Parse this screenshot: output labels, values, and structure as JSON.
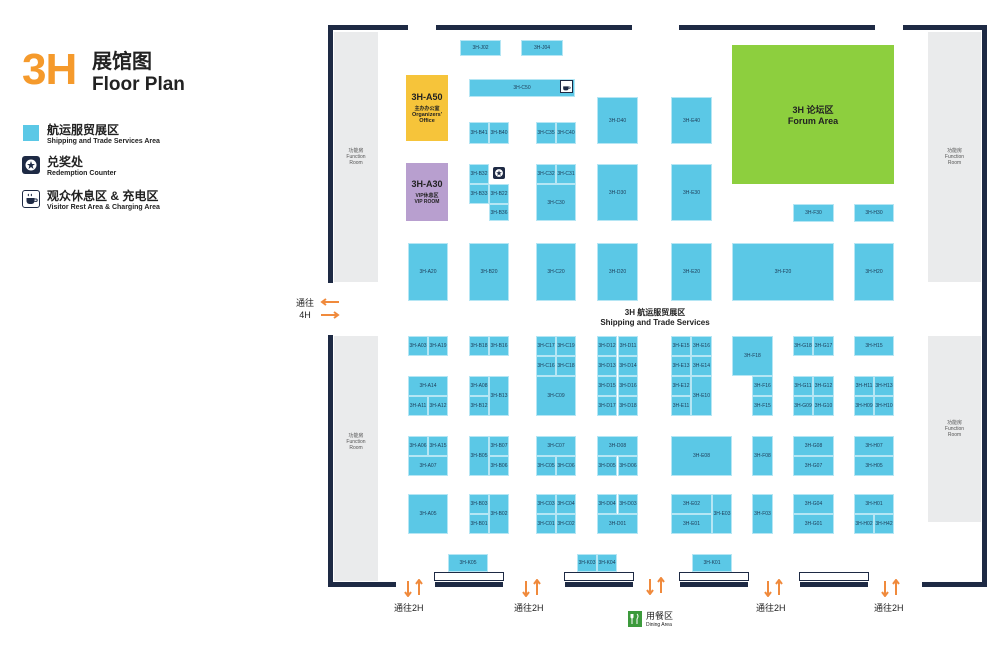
{
  "header": {
    "hall": "3H",
    "title_cn": "展馆图",
    "title_en": "Floor Plan"
  },
  "legend": [
    {
      "icon": "blue-square-icon",
      "cn": "航运服贸展区",
      "en": "Shipping and Trade  Services Area",
      "color": "#5bc8e6"
    },
    {
      "icon": "star-badge-icon",
      "cn": "兑奖处",
      "en": "Redemption Counter"
    },
    {
      "icon": "coffee-cup-icon",
      "cn": "观众休息区 & 充电区",
      "en": "Visitor Rest Area & Charging Area"
    }
  ],
  "colors": {
    "booth": "#5bc8e6",
    "forum": "#8dcf3e",
    "organizers": "#f6c43a",
    "vip": "#b89fcf",
    "wall": "#1e2a44",
    "arrow": "#f08a3c"
  },
  "function_room": {
    "cn": "功能房",
    "en1": "Function",
    "en2": "Room"
  },
  "special": {
    "organizers": {
      "code": "3H-A50",
      "cn": "主办办公室",
      "en1": "Organizers'",
      "en2": "Office"
    },
    "vip": {
      "code": "3H-A30",
      "cn": "VIP休息区",
      "en": "VIP ROOM"
    },
    "forum": {
      "cn": "3H 论坛区",
      "en": "Forum Area"
    }
  },
  "center_label": {
    "cn": "3H 航运服贸展区",
    "en": "Shipping and Trade  Services"
  },
  "to_4h": {
    "line1": "通往",
    "line2": "4H"
  },
  "exits": [
    "通往2H",
    "通往2H",
    "通往2H",
    "通往2H"
  ],
  "dining": {
    "cn": "用餐区",
    "en": "Dining Area"
  },
  "booths": [
    {
      "id": "3H-J02"
    },
    {
      "id": "3H-J04"
    },
    {
      "id": "3H-C50"
    },
    {
      "id": "3H-B41"
    },
    {
      "id": "3H-B40"
    },
    {
      "id": "3H-C35"
    },
    {
      "id": "3H-C40"
    },
    {
      "id": "3H-D40"
    },
    {
      "id": "3H-E40"
    },
    {
      "id": "3H-B32"
    },
    {
      "id": "3H-B22"
    },
    {
      "id": "3H-B33"
    },
    {
      "id": "3H-B36"
    },
    {
      "id": "3H-C32"
    },
    {
      "id": "3H-C31"
    },
    {
      "id": "3H-C30"
    },
    {
      "id": "3H-D30"
    },
    {
      "id": "3H-E30"
    },
    {
      "id": "3H-F30"
    },
    {
      "id": "3H-H30"
    },
    {
      "id": "3H-A20"
    },
    {
      "id": "3H-B20"
    },
    {
      "id": "3H-C20"
    },
    {
      "id": "3H-D20"
    },
    {
      "id": "3H-E20"
    },
    {
      "id": "3H-F20"
    },
    {
      "id": "3H-H20"
    },
    {
      "id": "3H-A03"
    },
    {
      "id": "3H-A19"
    },
    {
      "id": "3H-B18"
    },
    {
      "id": "3H-B16"
    },
    {
      "id": "3H-C17"
    },
    {
      "id": "3H-C19"
    },
    {
      "id": "3H-C16"
    },
    {
      "id": "3H-C18"
    },
    {
      "id": "3H-C09"
    },
    {
      "id": "3H-D12"
    },
    {
      "id": "3H-D11"
    },
    {
      "id": "3H-D13"
    },
    {
      "id": "3H-D14"
    },
    {
      "id": "3H-D15"
    },
    {
      "id": "3H-D16"
    },
    {
      "id": "3H-D17"
    },
    {
      "id": "3H-D18"
    },
    {
      "id": "3H-E15"
    },
    {
      "id": "3H-E16"
    },
    {
      "id": "3H-E13"
    },
    {
      "id": "3H-E14"
    },
    {
      "id": "3H-E12"
    },
    {
      "id": "3H-E10"
    },
    {
      "id": "3H-E11"
    },
    {
      "id": "3H-F18"
    },
    {
      "id": "3H-F16"
    },
    {
      "id": "3H-F15"
    },
    {
      "id": "3H-G18"
    },
    {
      "id": "3H-G17"
    },
    {
      "id": "3H-H15"
    },
    {
      "id": "3H-A14"
    },
    {
      "id": "3H-A11"
    },
    {
      "id": "3H-A12"
    },
    {
      "id": "3H-A08"
    },
    {
      "id": "3H-B12"
    },
    {
      "id": "3H-B13"
    },
    {
      "id": "3H-G11"
    },
    {
      "id": "3H-G12"
    },
    {
      "id": "3H-G09"
    },
    {
      "id": "3H-G10"
    },
    {
      "id": "3H-H11"
    },
    {
      "id": "3H-H13"
    },
    {
      "id": "3H-H09"
    },
    {
      "id": "3H-H10"
    },
    {
      "id": "3H-A06"
    },
    {
      "id": "3H-A15"
    },
    {
      "id": "3H-A07"
    },
    {
      "id": "3H-B07"
    },
    {
      "id": "3H-B05"
    },
    {
      "id": "3H-B06"
    },
    {
      "id": "3H-C07"
    },
    {
      "id": "3H-C05"
    },
    {
      "id": "3H-C06"
    },
    {
      "id": "3H-D08"
    },
    {
      "id": "3H-D05"
    },
    {
      "id": "3H-D06"
    },
    {
      "id": "3H-E08"
    },
    {
      "id": "3H-F08"
    },
    {
      "id": "3H-G08"
    },
    {
      "id": "3H-G07"
    },
    {
      "id": "3H-H07"
    },
    {
      "id": "3H-H05"
    },
    {
      "id": "3H-A05"
    },
    {
      "id": "3H-B03"
    },
    {
      "id": "3H-B01"
    },
    {
      "id": "3H-B02"
    },
    {
      "id": "3H-C03"
    },
    {
      "id": "3H-C04"
    },
    {
      "id": "3H-C01"
    },
    {
      "id": "3H-C02"
    },
    {
      "id": "3H-D04"
    },
    {
      "id": "3H-D03"
    },
    {
      "id": "3H-D01"
    },
    {
      "id": "3H-E02"
    },
    {
      "id": "3H-E03"
    },
    {
      "id": "3H-E01"
    },
    {
      "id": "3H-F03"
    },
    {
      "id": "3H-G04"
    },
    {
      "id": "3H-G01"
    },
    {
      "id": "3H-H01"
    },
    {
      "id": "3H-H02"
    },
    {
      "id": "3H-H42"
    },
    {
      "id": "3H-K05"
    },
    {
      "id": "3H-K03"
    },
    {
      "id": "3H-K04"
    },
    {
      "id": "3H-K01"
    }
  ]
}
